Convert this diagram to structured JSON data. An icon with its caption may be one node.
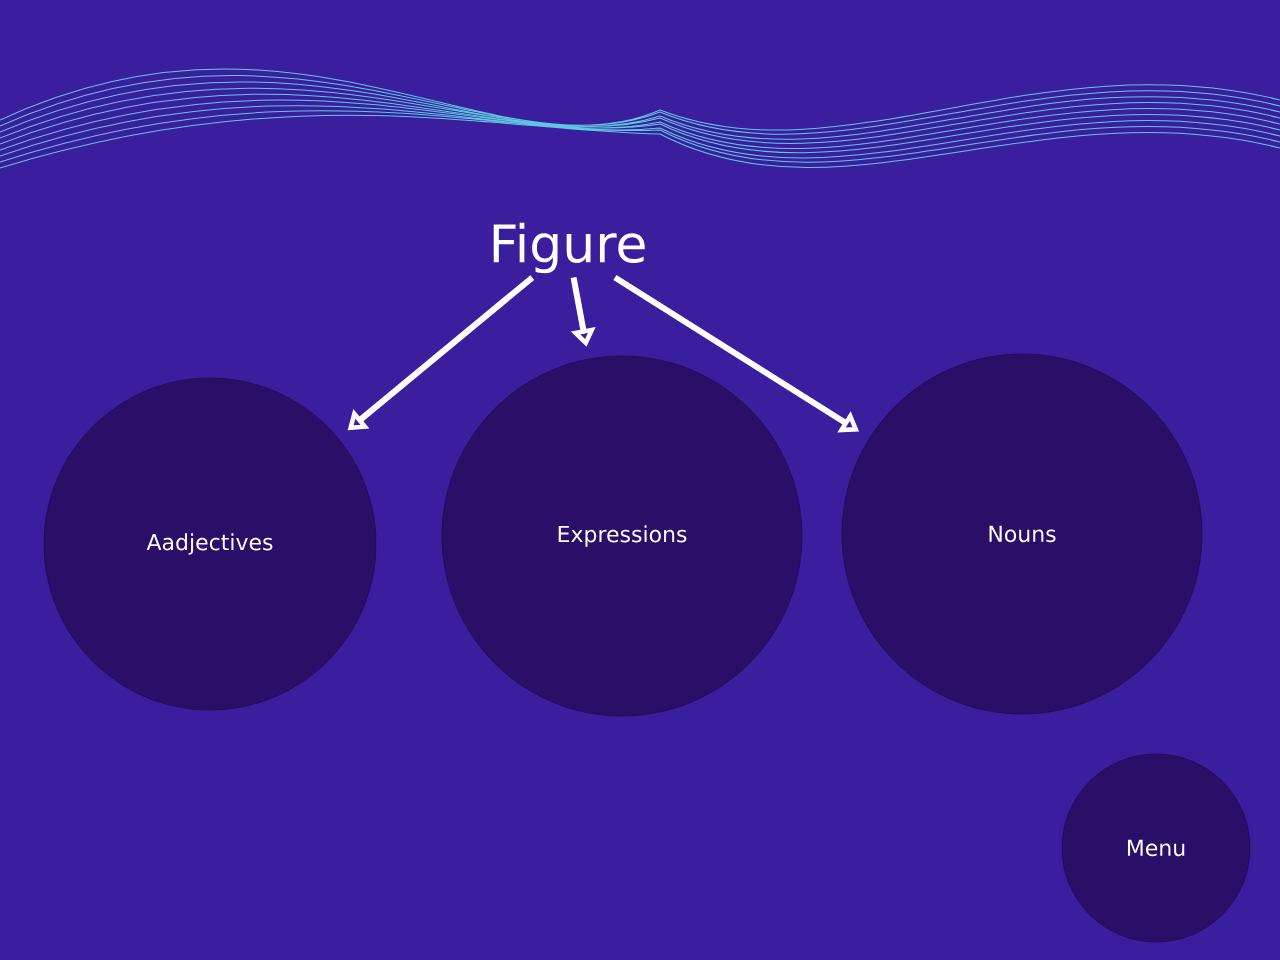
{
  "diagram": {
    "nodes": [
      {
        "text": [
          "Figure"
        ]
      },
      {
        "text": [
          "Aadjectives"
        ]
      },
      {
        "text": [
          "Expressions"
        ]
      },
      {
        "text": [
          "Nouns"
        ]
      },
      {
        "text": [
          "Menu"
        ]
      }
    ],
    "edges": [
      {
        "from": 0,
        "to": 1,
        "arrow": "to"
      },
      {
        "from": 0,
        "to": 2,
        "arrow": "to"
      },
      {
        "from": 0,
        "to": 3,
        "arrow": "to"
      }
    ]
  }
}
